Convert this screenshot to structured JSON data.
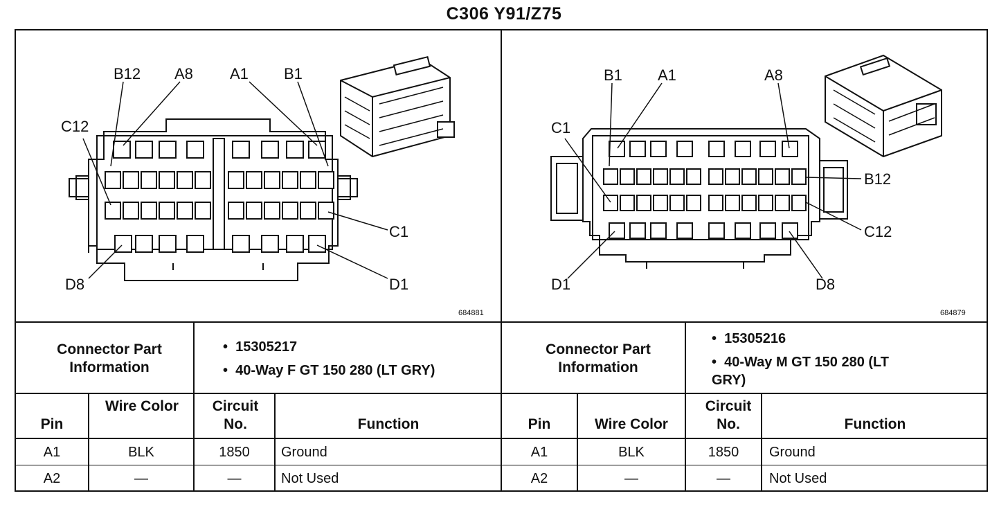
{
  "title": "C306 Y91/Z75",
  "left": {
    "pin_labels": {
      "b12": "B12",
      "a8": "A8",
      "a1": "A1",
      "b1": "B1",
      "c12": "C12",
      "c1": "C1",
      "d8": "D8",
      "d1": "D1"
    },
    "figure_no": "684881",
    "connector_info_label": "Connector Part Information",
    "part_info": [
      "15305217",
      "40-Way F GT 150 280 (LT GRY)"
    ],
    "headers": {
      "pin": "Pin",
      "wire_color": "Wire Color",
      "circuit_no": "Circuit No.",
      "function": "Function"
    },
    "rows": [
      {
        "pin": "A1",
        "wire_color": "BLK",
        "circuit": "1850",
        "function": "Ground"
      },
      {
        "pin": "A2",
        "wire_color": "—",
        "circuit": "—",
        "function": "Not Used"
      }
    ]
  },
  "right": {
    "pin_labels": {
      "b1": "B1",
      "a1": "A1",
      "a8": "A8",
      "c1": "C1",
      "b12": "B12",
      "c12": "C12",
      "d1": "D1",
      "d8": "D8"
    },
    "figure_no": "684879",
    "connector_info_label": "Connector Part Information",
    "part_info": [
      "15305216",
      "40-Way M GT 150 280 (LT GRY)"
    ],
    "headers": {
      "pin": "Pin",
      "wire_color": "Wire Color",
      "circuit_no": "Circuit No.",
      "function": "Function"
    },
    "rows": [
      {
        "pin": "A1",
        "wire_color": "BLK",
        "circuit": "1850",
        "function": "Ground"
      },
      {
        "pin": "A2",
        "wire_color": "—",
        "circuit": "—",
        "function": "Not Used"
      }
    ]
  }
}
